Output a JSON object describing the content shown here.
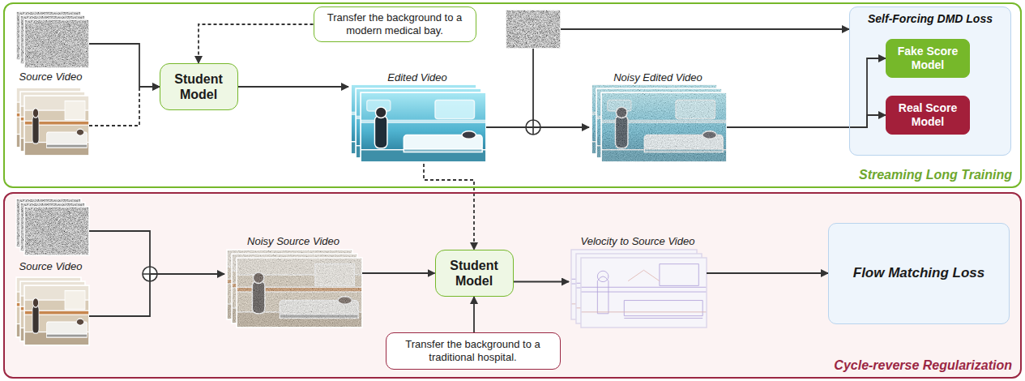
{
  "diagram": {
    "nodes": [
      {
        "text": [
          "Streaming Long Training"
        ]
      },
      {
        "text": [
          "Transfer the background to a modern medical bay."
        ],
        "in": 0
      },
      {
        "text": [
          "Source Video"
        ],
        "in": 0
      },
      {
        "text": [
          "Student Model"
        ],
        "in": 0
      },
      {
        "text": [
          "Edited Video"
        ],
        "in": 0
      },
      {
        "text": [
          "Noisy Edited Video"
        ],
        "in": 0
      },
      {
        "text": [
          "Self-Forcing DMD Loss"
        ],
        "in": 0
      },
      {
        "text": [
          "Fake Score Model"
        ],
        "in": 6
      },
      {
        "text": [
          "Real Score Model"
        ],
        "in": 6
      },
      {
        "text": [
          "Cycle-reverse Regularization"
        ]
      },
      {
        "text": [
          "Source Video"
        ],
        "in": 9
      },
      {
        "text": [
          "Noisy Source Video"
        ],
        "in": 9
      },
      {
        "text": [
          "Student Model"
        ],
        "in": 9
      },
      {
        "text": [
          "Transfer the background to a traditional hospital."
        ],
        "in": 9
      },
      {
        "text": [
          "Velocity to Source Video"
        ],
        "in": 9
      },
      {
        "text": [
          "Flow Matching Loss"
        ],
        "in": 9
      }
    ],
    "edges": [
      {
        "from": 1,
        "to": 3,
        "arrow": "to"
      },
      {
        "from": 2,
        "to": 3,
        "arrow": "to"
      },
      {
        "from": 3,
        "to": 4,
        "arrow": "to"
      },
      {
        "from": 4,
        "to": 5,
        "arrow": "to"
      },
      {
        "from": 5,
        "to": 7,
        "arrow": "to"
      },
      {
        "from": 5,
        "to": 8,
        "arrow": "to"
      },
      {
        "from": 4,
        "to": 12,
        "arrow": "to"
      },
      {
        "from": 10,
        "to": 11,
        "arrow": "to"
      },
      {
        "from": 11,
        "to": 12,
        "arrow": "to"
      },
      {
        "from": 13,
        "to": 12,
        "arrow": "to"
      },
      {
        "from": 12,
        "to": 14,
        "arrow": "to"
      },
      {
        "from": 14,
        "to": 15,
        "arrow": "to"
      }
    ]
  }
}
